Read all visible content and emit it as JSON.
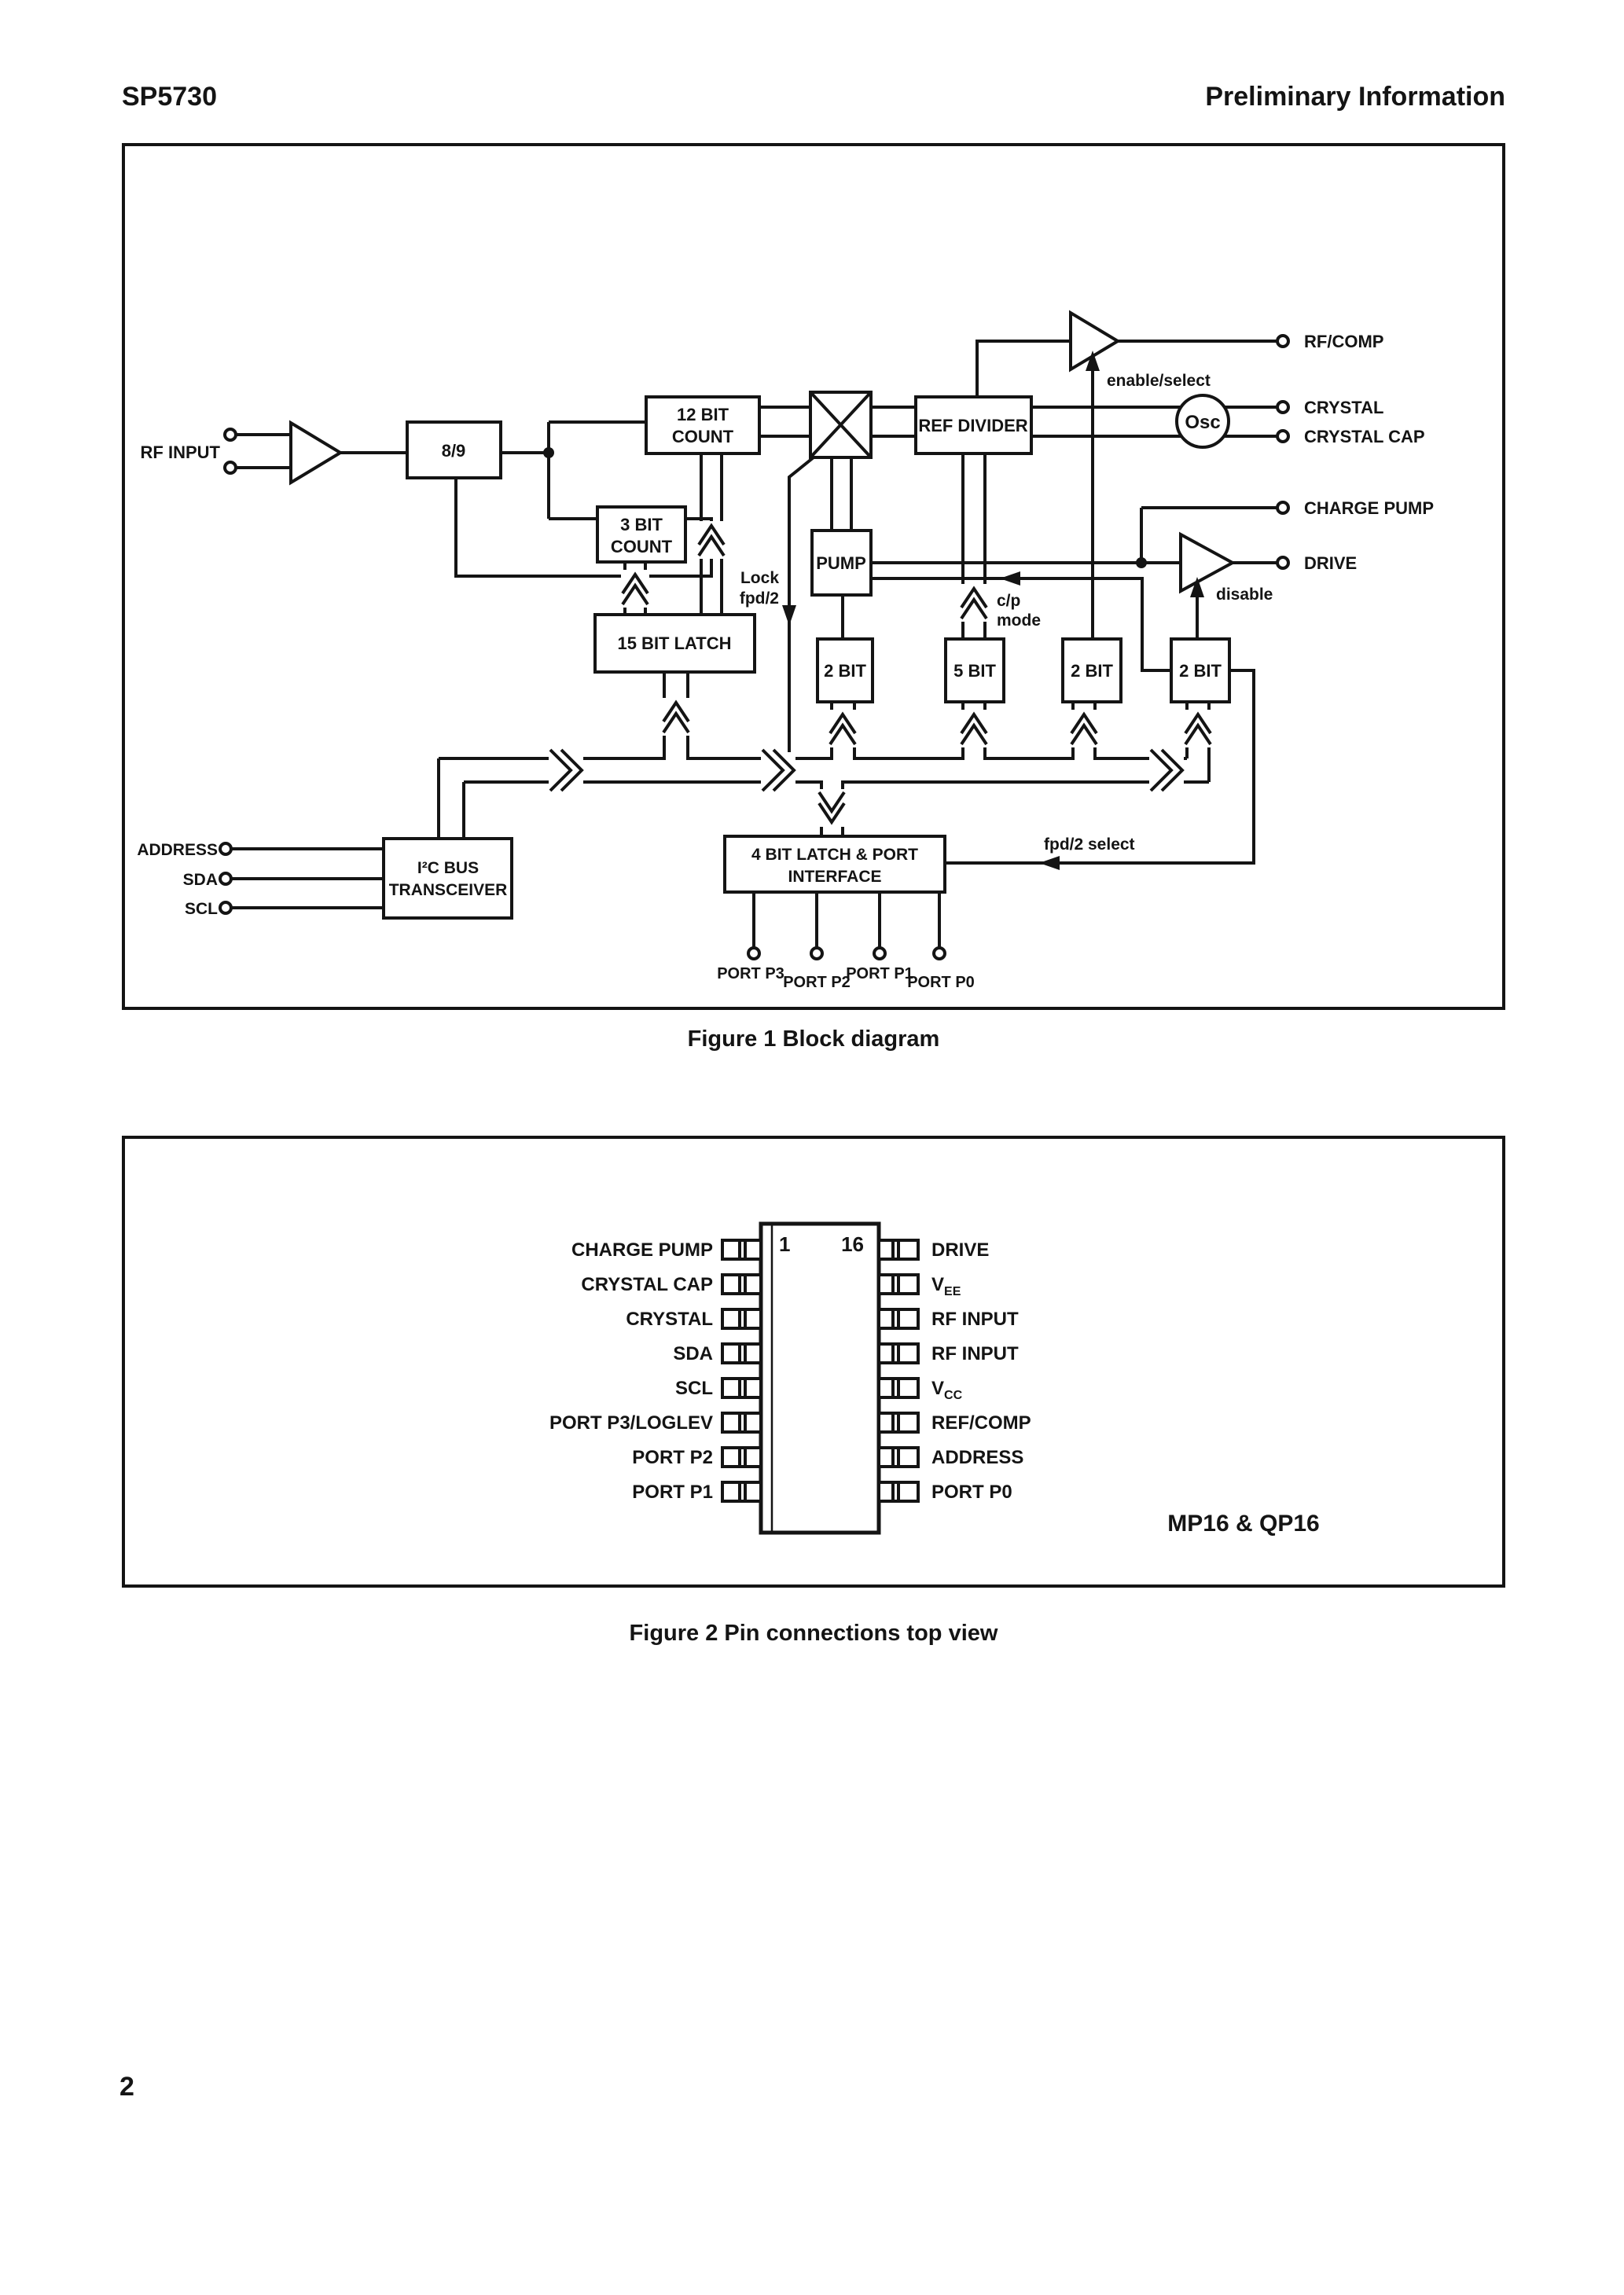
{
  "header": {
    "left": "SP5730",
    "right": "Preliminary Information"
  },
  "page_number": "2",
  "figure1": {
    "caption": "Figure 1 Block diagram",
    "blocks": {
      "prescaler": "8/9",
      "counter12_l1": "12 BIT",
      "counter12_l2": "COUNT",
      "counter3_l1": "3 BIT",
      "counter3_l2": "COUNT",
      "ref_divider": "REF DIVIDER",
      "osc": "Osc",
      "pump": "PUMP",
      "latch15": "15 BIT LATCH",
      "latch2a": "2 BIT",
      "latch5": "5 BIT",
      "latch2b": "2 BIT",
      "latch2c": "2 BIT",
      "i2c_l1": "I²C BUS",
      "i2c_l2": "TRANSCEIVER",
      "latch4_l1": "4 BIT LATCH & PORT",
      "latch4_l2": "INTERFACE"
    },
    "terminals": {
      "rf_input": "RF INPUT",
      "rf_comp": "RF/COMP",
      "crystal": "CRYSTAL",
      "crystal_cap": "CRYSTAL  CAP",
      "charge_pump": "CHARGE PUMP",
      "drive": "DRIVE",
      "address": "ADDRESS",
      "sda": "SDA",
      "scl": "SCL",
      "ports": [
        "PORT P3",
        "PORT P2",
        "PORT P1",
        "PORT P0"
      ]
    },
    "signals": {
      "enable_select": "enable/select",
      "disable": "disable",
      "cp_mode_l1": "c/p",
      "cp_mode_l2": "mode",
      "lock_l1": "Lock",
      "lock_l2": "fpd/2",
      "fpd2_select": "fpd/2 select"
    }
  },
  "figure2": {
    "caption": "Figure 2  Pin connections top view",
    "package": "MP16 & QP16",
    "pin_first": "1",
    "pin_last": "16",
    "left_pins": [
      "CHARGE PUMP",
      "CRYSTAL CAP",
      "CRYSTAL",
      "SDA",
      "SCL",
      "PORT P3/LOGLEV",
      "PORT P2",
      "PORT P1"
    ],
    "right_pins": [
      {
        "main": "DRIVE",
        "sub": ""
      },
      {
        "main": "V",
        "sub": "EE"
      },
      {
        "main": "RF INPUT",
        "sub": ""
      },
      {
        "main": "RF INPUT",
        "sub": ""
      },
      {
        "main": "V",
        "sub": "CC"
      },
      {
        "main": "REF/COMP",
        "sub": ""
      },
      {
        "main": "ADDRESS",
        "sub": ""
      },
      {
        "main": "PORT P0",
        "sub": ""
      }
    ]
  }
}
